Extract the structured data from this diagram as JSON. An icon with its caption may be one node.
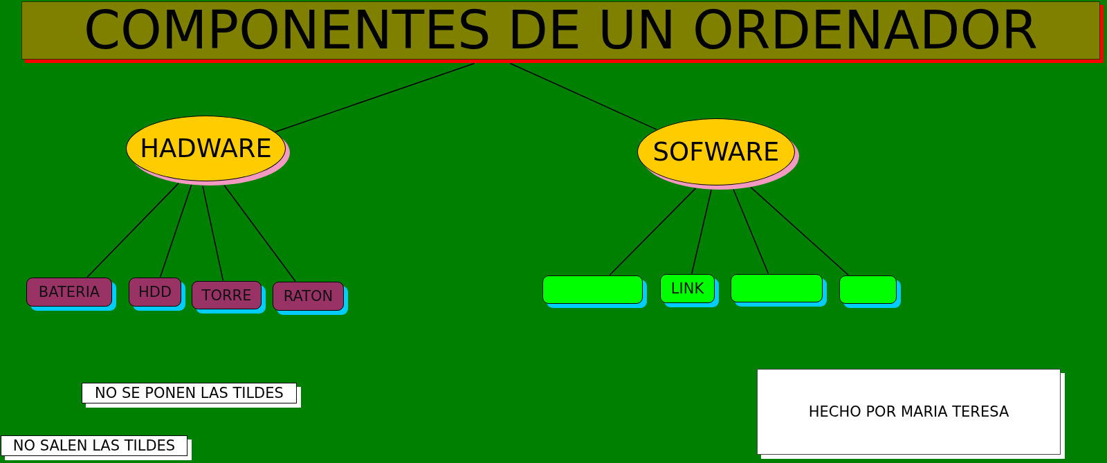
{
  "diagram": {
    "nodes": [
      {
        "text": [
          "COMPONENTES DE UN ORDENADOR"
        ]
      },
      {
        "text": [
          "HADWARE"
        ]
      },
      {
        "text": [
          "SOFWARE"
        ]
      },
      {
        "text": [
          "BATERIA"
        ]
      },
      {
        "text": [
          "HDD"
        ]
      },
      {
        "text": [
          "TORRE"
        ]
      },
      {
        "text": [
          "RATON"
        ]
      },
      {
        "text": [],
        "shape": "box"
      },
      {
        "text": [
          "LINK"
        ]
      },
      {
        "text": [],
        "shape": "box"
      },
      {
        "text": [],
        "shape": "box"
      },
      {
        "text": [
          "NO SE PONEN LAS TILDES"
        ]
      },
      {
        "text": [
          "NO SALEN LAS TILDES"
        ]
      },
      {
        "text": [
          "HECHO POR MARIA TERESA"
        ]
      }
    ],
    "edges": [
      {
        "from": 0,
        "to": 1,
        "arrow": "none"
      },
      {
        "from": 0,
        "to": 2,
        "arrow": "none"
      },
      {
        "from": 1,
        "to": 3,
        "arrow": "none"
      },
      {
        "from": 1,
        "to": 4,
        "arrow": "none"
      },
      {
        "from": 1,
        "to": 5,
        "arrow": "none"
      },
      {
        "from": 1,
        "to": 6,
        "arrow": "none"
      },
      {
        "from": 2,
        "to": 7,
        "arrow": "none"
      },
      {
        "from": 2,
        "to": 8,
        "arrow": "none"
      },
      {
        "from": 2,
        "to": 9,
        "arrow": "none"
      },
      {
        "from": 2,
        "to": 10,
        "arrow": "none"
      }
    ]
  }
}
